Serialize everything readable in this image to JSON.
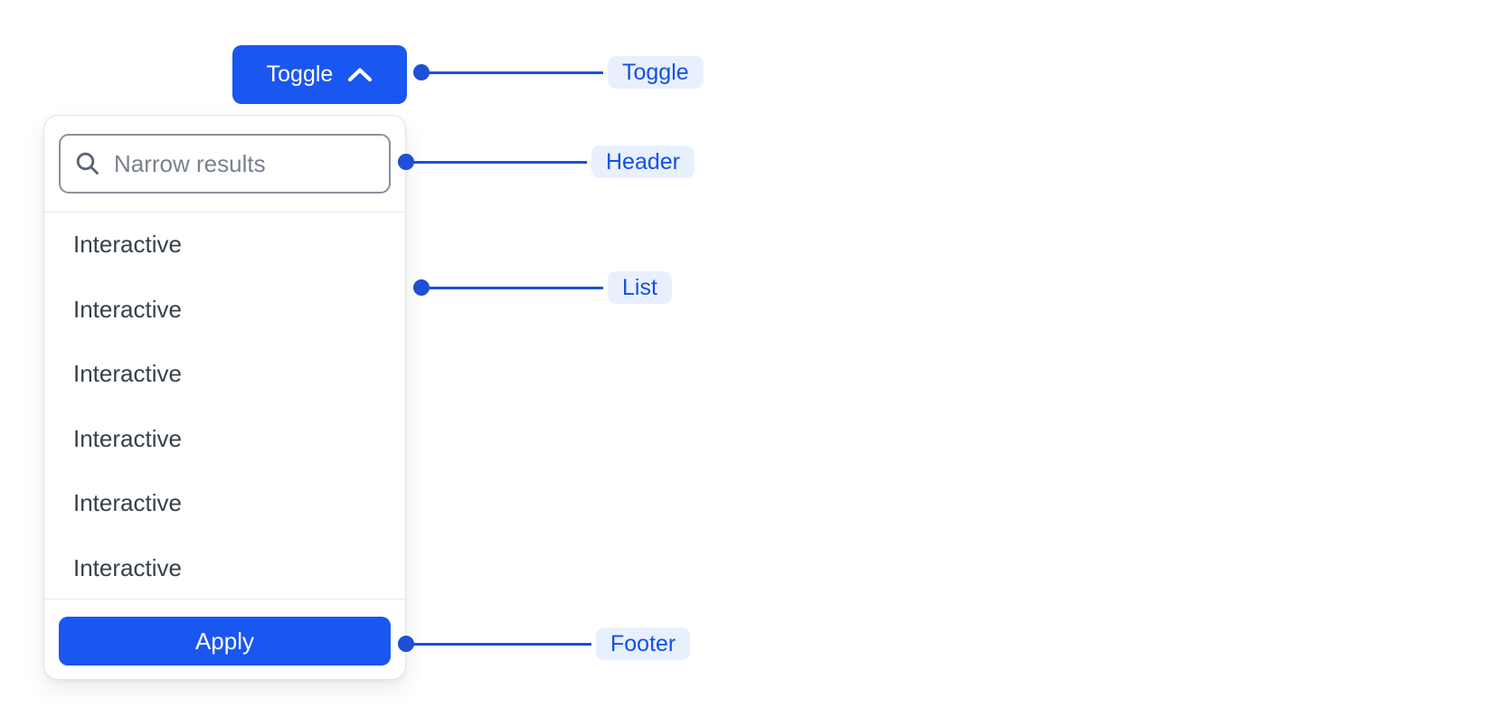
{
  "toggle_button": {
    "label": "Toggle",
    "icon": "chevron-up-icon"
  },
  "dropdown": {
    "header": {
      "search_placeholder": "Narrow results",
      "search_icon": "search-icon"
    },
    "items": [
      "Interactive",
      "Interactive",
      "Interactive",
      "Interactive",
      "Interactive",
      "Interactive"
    ],
    "footer": {
      "apply_label": "Apply"
    }
  },
  "annotations": {
    "toggle": {
      "label": "Toggle"
    },
    "header": {
      "label": "Header"
    },
    "list": {
      "label": "List"
    },
    "footer": {
      "label": "Footer"
    }
  },
  "colors": {
    "primary_blue": "#1a56f0",
    "connector_blue": "#1d4fd7",
    "annotation_label_text": "#1450e6",
    "annotation_label_bg": "#e9f0fd",
    "list_text": "#394049",
    "input_border": "#8c919b",
    "placeholder_text": "#7b818c",
    "divider": "#e7e8ea"
  }
}
